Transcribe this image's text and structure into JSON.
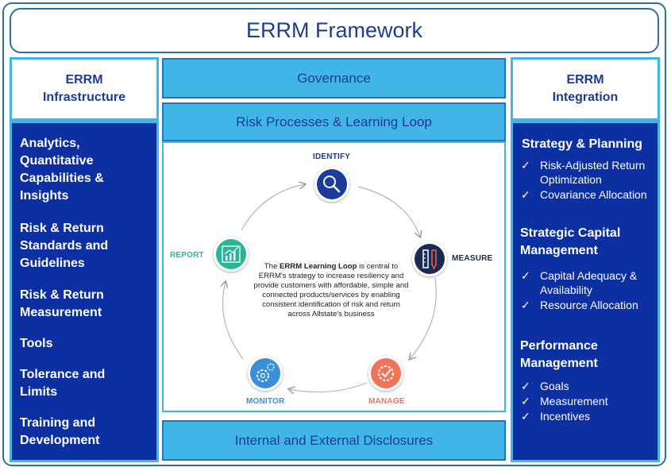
{
  "title": "ERRM Framework",
  "infrastructure": {
    "heading_line1": "ERRM",
    "heading_line2": "Infrastructure",
    "items": [
      {
        "lines": [
          "Analytics,",
          "Quantitative",
          "Capabilities &",
          "Insights"
        ]
      },
      {
        "lines": [
          "Risk & Return",
          "Standards and",
          "Guidelines"
        ]
      },
      {
        "lines": [
          "Risk & Return",
          "Measurement"
        ]
      },
      {
        "lines": [
          "Tools"
        ]
      },
      {
        "lines": [
          "Tolerance and",
          "Limits"
        ]
      },
      {
        "lines": [
          "Training and",
          "Development"
        ]
      }
    ]
  },
  "integration": {
    "heading_line1": "ERRM",
    "heading_line2": "Integration",
    "sections": [
      {
        "heading": [
          "Strategy & Planning"
        ],
        "bullets": [
          [
            "Risk-Adjusted Return",
            "Optimization"
          ],
          [
            "Covariance Allocation"
          ]
        ]
      },
      {
        "heading": [
          "Strategic Capital",
          "Management"
        ],
        "bullets": [
          [
            "Capital Adequacy &",
            "Availability"
          ],
          [
            "Resource Allocation"
          ]
        ]
      },
      {
        "heading": [
          "Performance",
          "Management"
        ],
        "bullets": [
          [
            "Goals"
          ],
          [
            "Measurement"
          ],
          [
            "Incentives"
          ]
        ]
      }
    ]
  },
  "center": {
    "governance": "Governance",
    "risk_processes": "Risk Processes & Learning Loop",
    "disclosures": "Internal and External Disclosures"
  },
  "loop": {
    "nodes": {
      "identify": "IDENTIFY",
      "measure": "MEASURE",
      "manage": "MANAGE",
      "monitor": "MONITOR",
      "report": "REPORT"
    },
    "description_prefix": "The ",
    "description_bold": "ERRM Learning Loop",
    "description_rest": " is central to ERRM's strategy to increase resiliency and provide customers with affordable, simple and connected products/services by enabling consistent identification of risk and return across Allstate's business"
  },
  "icons": {
    "identify": "magnifier-icon",
    "measure": "ruler-pencil-icon",
    "manage": "gear-check-icon",
    "monitor": "gears-icon",
    "report": "bar-chart-icon",
    "check": "check-icon"
  },
  "colors": {
    "navy": "#0c2fa1",
    "light_blue": "#41b6e6",
    "title_text": "#1a3f8f",
    "identify": "#1e3b9a",
    "measure": "#1a2a52",
    "manage": "#f0745a",
    "monitor": "#3a8fd6",
    "report": "#2ab59a"
  }
}
